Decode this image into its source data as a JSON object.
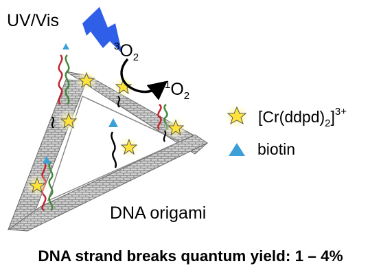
{
  "light": {
    "label": "UV/Vis"
  },
  "oxygen": {
    "ground_sup": "3",
    "ground_base": "O",
    "ground_sub": "2",
    "excited_sup": "1",
    "excited_base": "O",
    "excited_sub": "2"
  },
  "legend": {
    "complex": {
      "prefix": "[Cr(ddpd)",
      "sub": "2",
      "suffix": "]",
      "sup": "3+"
    },
    "biotin": {
      "label": "biotin"
    }
  },
  "origami": {
    "label": "DNA origami"
  },
  "footer": {
    "text": "DNA strand breaks quantum yield: 1 – 4%"
  },
  "colors": {
    "bolt": "#2f5fe8",
    "star_fill": "#ffe33a",
    "star_glow": "#fff59a",
    "biotin": "#3b9fd8",
    "helix_red": "#c0262d",
    "helix_green": "#3f8a3a",
    "origami_gray": "#8a8a8a"
  }
}
